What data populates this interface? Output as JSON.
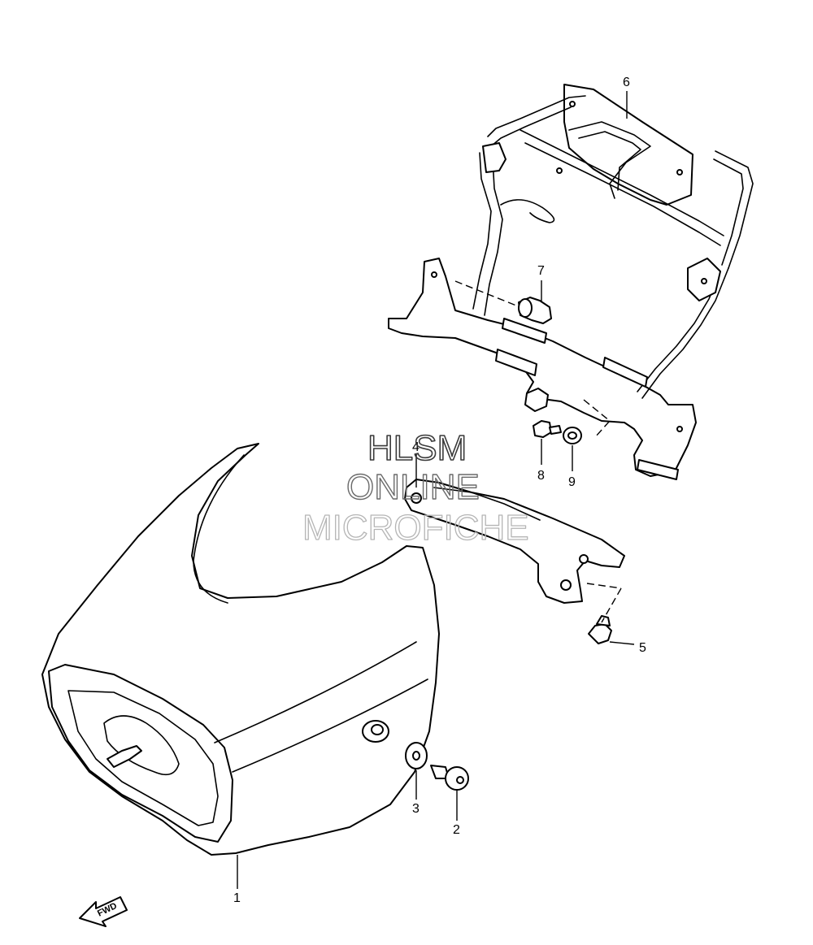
{
  "watermark": {
    "line1": "HLSM",
    "line2": "ONLINE",
    "line3": "MICROFICHE"
  },
  "direction_indicator": {
    "label": "FWD"
  },
  "callouts": {
    "part_1": "1",
    "part_2": "2",
    "part_3": "3",
    "part_4": "4",
    "part_5": "5",
    "part_6": "6",
    "part_7": "7",
    "part_8": "8",
    "part_9": "9"
  },
  "colors": {
    "line": "#000000",
    "background": "#ffffff",
    "watermark_dark": "#3a3a3a",
    "watermark_light": "#b5b5b5"
  }
}
